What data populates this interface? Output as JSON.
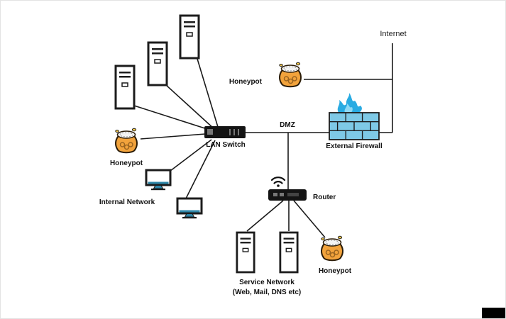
{
  "labels": {
    "internet": "Internet",
    "honeypot_top": "Honeypot",
    "external_firewall": "External Firewall",
    "dmz": "DMZ",
    "lan_switch": "LAN Switch",
    "honeypot_left": "Honeypot",
    "internal_network": "Internal Network",
    "router": "Router",
    "service_network_title": "Service Network",
    "service_network_detail": "(Web, Mail, DNS etc)",
    "honeypot_bottom": "Honeypot"
  },
  "icons": {
    "server": "server-tower-icon",
    "honeypot": "honey-jar-icon",
    "firewall": "brick-wall-flame-icon",
    "switch": "lan-switch-icon",
    "router": "wireless-router-icon",
    "monitor": "desktop-monitor-icon",
    "wifi": "wifi-signal-icon"
  },
  "colors": {
    "honeypot": "#F2A33C",
    "brick": "#7EC9E6",
    "flame": "#29ABE2",
    "monitor": "#2E86A8",
    "line": "#1a1a1a"
  }
}
